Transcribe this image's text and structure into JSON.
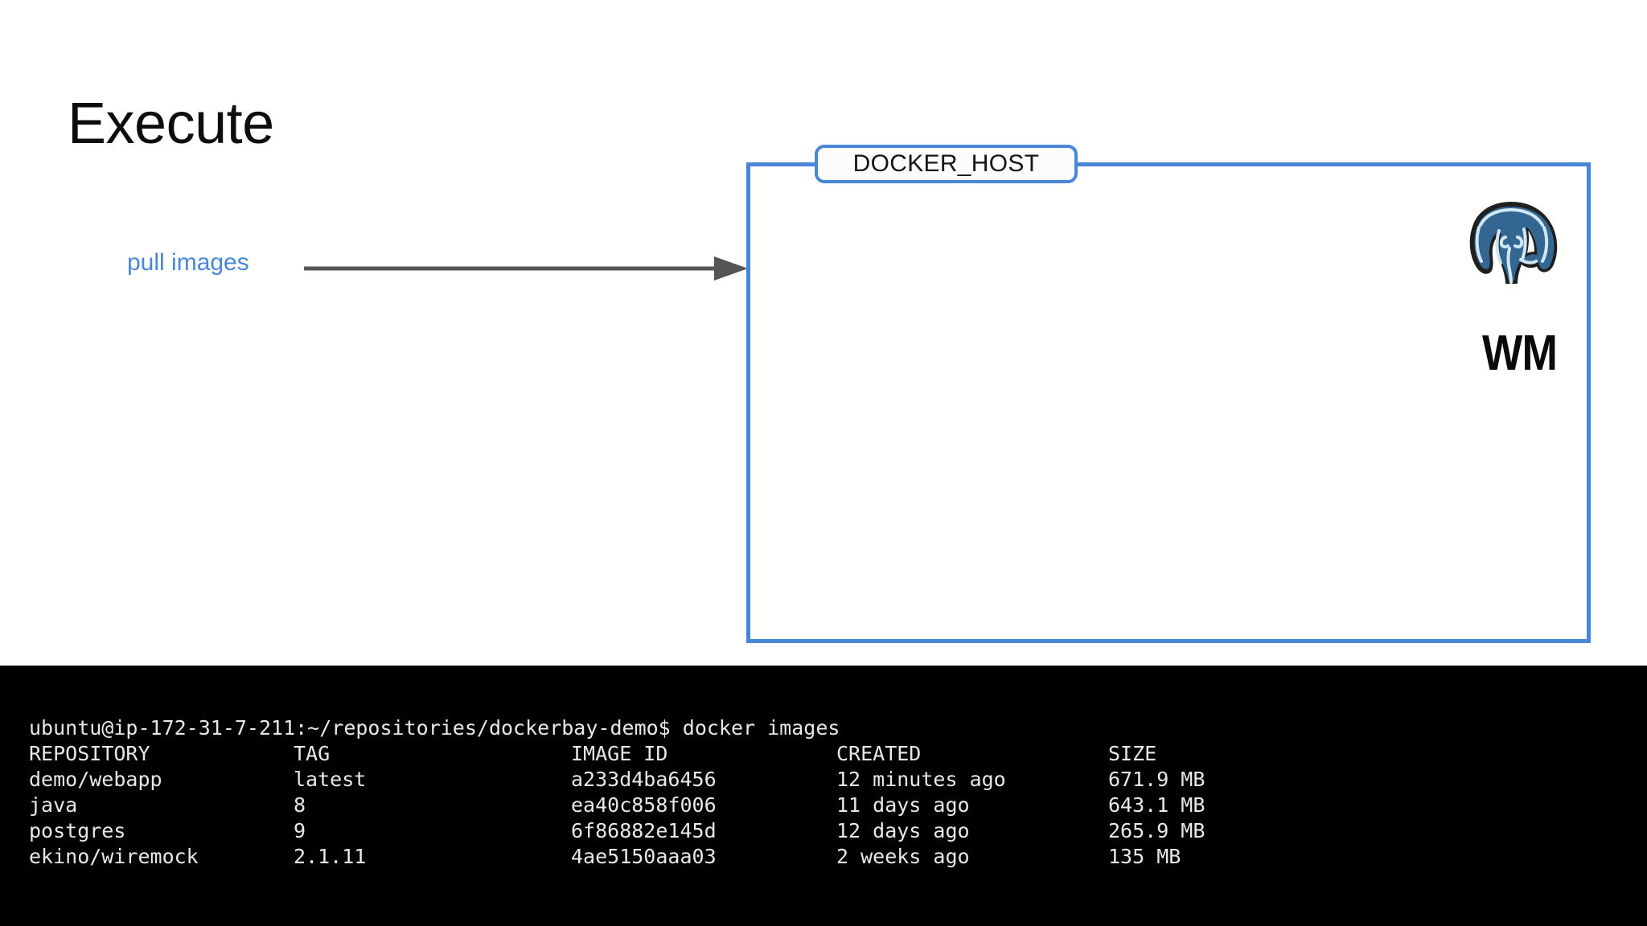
{
  "slide": {
    "title": "Execute",
    "annotation": {
      "label": "pull images",
      "arrow_icon": "arrow-right-icon",
      "color": "#4a86d8"
    },
    "container": {
      "tag_label": "DOCKER_HOST",
      "border_color": "#4a86d8",
      "contents": [
        {
          "icon": "postgresql-elephant-icon",
          "label": ""
        },
        {
          "icon": "",
          "label": "WM"
        }
      ],
      "wm_label": "WM"
    }
  },
  "terminal": {
    "background": "#000000",
    "foreground": "#e8e8e8",
    "prompt": "ubuntu@ip-172-31-7-211:~/repositories/dockerbay-demo$ docker images",
    "columns": [
      "REPOSITORY",
      "TAG",
      "IMAGE ID",
      "CREATED",
      "SIZE"
    ],
    "rows": [
      {
        "repository": "demo/webapp",
        "tag": "latest",
        "image_id": "a233d4ba6456",
        "created": "12 minutes ago",
        "size": "671.9 MB"
      },
      {
        "repository": "java",
        "tag": "8",
        "image_id": "ea40c858f006",
        "created": "11 days ago",
        "size": "643.1 MB"
      },
      {
        "repository": "postgres",
        "tag": "9",
        "image_id": "6f86882e145d",
        "created": "12 days ago",
        "size": "265.9 MB"
      },
      {
        "repository": "ekino/wiremock",
        "tag": "2.1.11",
        "image_id": "4ae5150aaa03",
        "created": "2 weeks ago",
        "size": "135 MB"
      }
    ]
  }
}
